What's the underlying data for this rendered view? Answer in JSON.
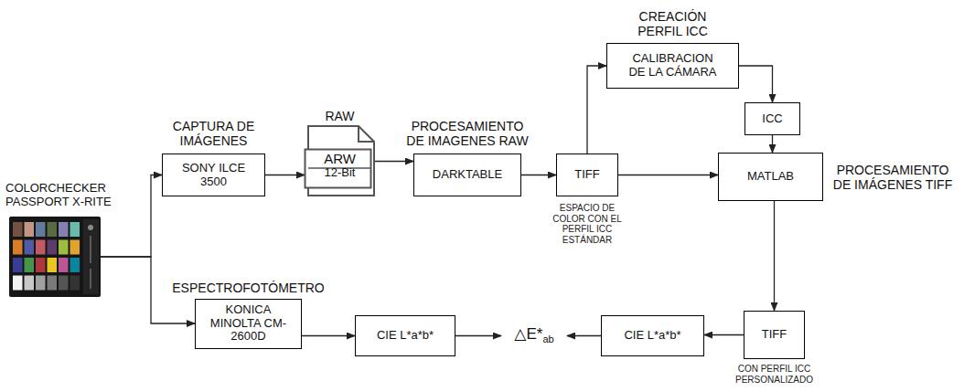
{
  "diagram": {
    "nodes": [
      {
        "text": [
          "COLORCHECKER PASSPORT X-RITE"
        ]
      },
      {
        "text": [
          "CAPTURA DE IMÁGENES",
          "SONY ILCE 3500"
        ]
      },
      {
        "text": [
          "RAW",
          "ARW",
          "12-Bit"
        ]
      },
      {
        "text": [
          "PROCESAMIENTO DE IMAGENES RAW",
          "DARKTABLE"
        ]
      },
      {
        "text": [
          "TIFF",
          "ESPACIO DE COLOR CON EL PERFIL ICC ESTÁNDAR"
        ]
      },
      {
        "text": [
          "CREACIÓN PERFIL ICC",
          "CALIBRACION DE LA CÁMARA"
        ]
      },
      {
        "text": [
          "ICC"
        ]
      },
      {
        "text": [
          "MATLAB",
          "PROCESAMIENTO DE IMÁGENES TIFF"
        ]
      },
      {
        "text": [
          "ESPECTROFOTÓMETRO",
          "KONICA MINOLTA CM-2600D"
        ]
      },
      {
        "text": [
          "CIE L*a*b*"
        ]
      },
      {
        "text": [
          "△E*",
          "ab"
        ]
      },
      {
        "text": [
          "CIE L*a*b*"
        ]
      },
      {
        "text": [
          "TIFF",
          "CON PERFIL ICC PERSONALIZADO"
        ]
      }
    ],
    "edges": [
      {
        "from": 0,
        "to": 1,
        "arrow": "to"
      },
      {
        "from": 0,
        "to": 8,
        "arrow": "to"
      },
      {
        "from": 1,
        "to": 2,
        "arrow": "to"
      },
      {
        "from": 2,
        "to": 3,
        "arrow": "to"
      },
      {
        "from": 3,
        "to": 4,
        "arrow": "to"
      },
      {
        "from": 4,
        "to": 5,
        "arrow": "to"
      },
      {
        "from": 5,
        "to": 6,
        "arrow": "to"
      },
      {
        "from": 6,
        "to": 7,
        "arrow": "to"
      },
      {
        "from": 4,
        "to": 7,
        "arrow": "to"
      },
      {
        "from": 7,
        "to": 12,
        "arrow": "to"
      },
      {
        "from": 12,
        "to": 11,
        "arrow": "to"
      },
      {
        "from": 11,
        "to": 10,
        "arrow": "to"
      },
      {
        "from": 8,
        "to": 9,
        "arrow": "to"
      },
      {
        "from": 9,
        "to": 10,
        "arrow": "to"
      }
    ]
  }
}
